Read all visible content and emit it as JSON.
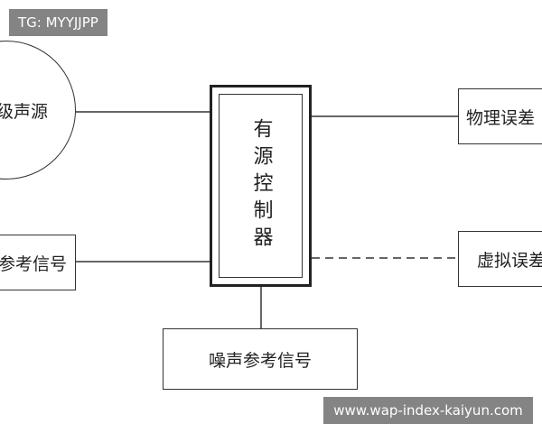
{
  "watermarks": {
    "top_left": "TG: MYYJJPP",
    "bottom_right": "www.wap-index-kaiyun.com"
  },
  "diagram": {
    "primary_source": "级声源",
    "reference_signal": "参考信号",
    "controller": "有源控制器",
    "physical_error": "物理误差",
    "virtual_error": "虚拟误差",
    "noise_reference": "噪声参考信号"
  },
  "colors": {
    "line": "#333333",
    "background": "#ffffff",
    "watermark_bg": "#6e6e6e",
    "watermark_text": "#ffffff"
  }
}
